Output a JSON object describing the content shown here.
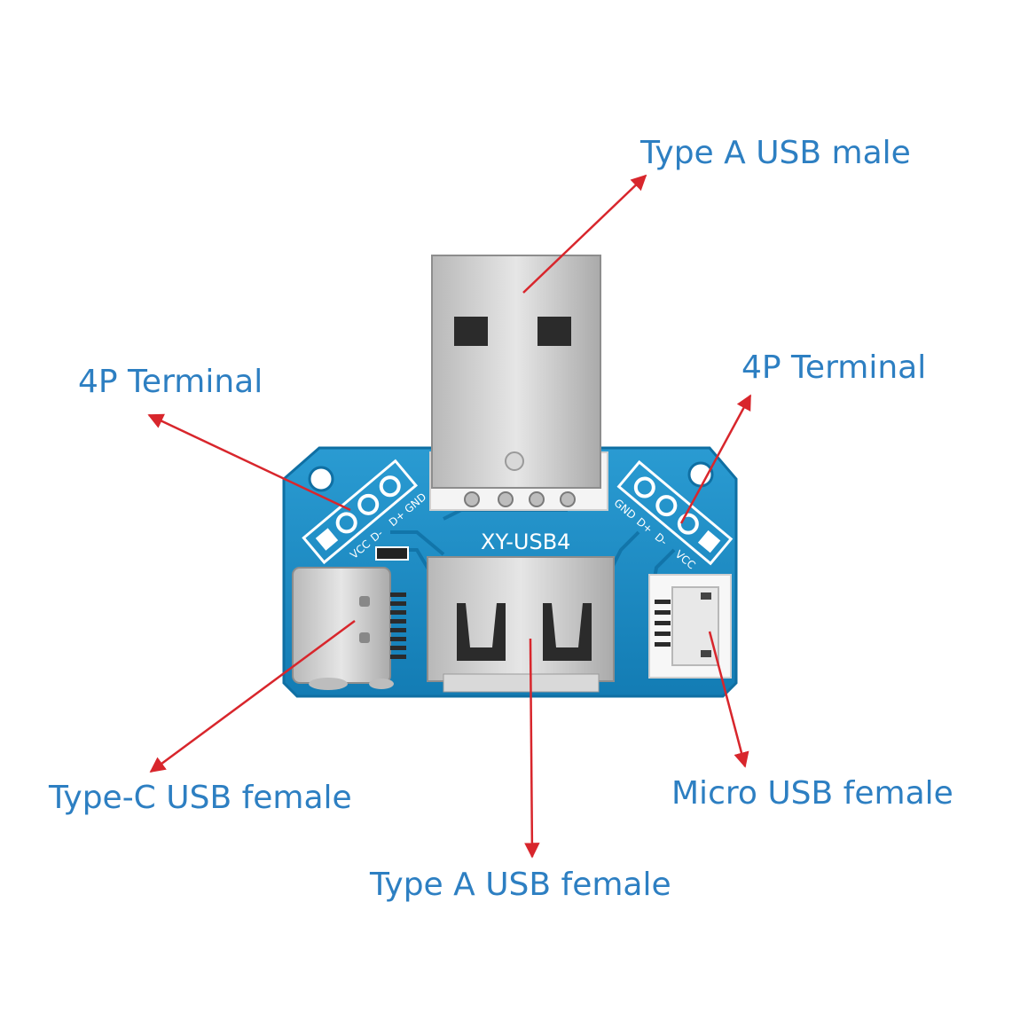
{
  "colors": {
    "label": "#2d7fc2",
    "arrow": "#d8262c",
    "pcb": "#1c8fc7",
    "pcb_dark": "#0f6fa3",
    "metal": "#c9c9c9",
    "silkscreen": "#ffffff"
  },
  "callouts": {
    "type_a_male": "Type A USB male",
    "terminal_left": "4P Terminal",
    "terminal_right": "4P Terminal",
    "type_c_female": "Type-C USB female",
    "micro_female": "Micro USB female",
    "type_a_female": "Type A USB female"
  },
  "board": {
    "model": "XY-USB4",
    "left_pins": [
      "GND",
      "D+",
      "D-",
      "VCC"
    ],
    "right_pins": [
      "GND",
      "D+",
      "D-",
      "VCC"
    ]
  }
}
